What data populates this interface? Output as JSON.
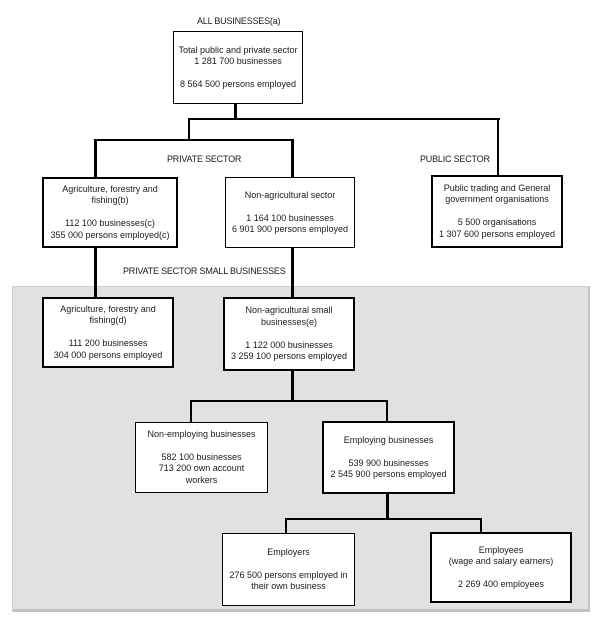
{
  "labels": {
    "all_businesses": "ALL BUSINESSES(a)",
    "private_sector": "PRIVATE SECTOR",
    "public_sector": "PUBLIC SECTOR",
    "small_businesses": "PRIVATE SECTOR SMALL BUSINESSES"
  },
  "nodes": {
    "total": "Total public and private sector\n1 281 700 businesses\n\n8 564 500 persons employed",
    "agriculture": "Agriculture, forestry and\nfishing(b)\n\n112 100 businesses(c)\n355 000 persons employed(c)",
    "non_agricultural": "Non-agricultural sector\n\n1 164 100 businesses\n6 901 900 persons employed",
    "public_trading": "Public trading and General\ngovernment organisations\n\n5 500 organisations\n1 307 600 persons employed",
    "small_agriculture": "Agriculture, forestry and\nfishing(d)\n\n111 200 businesses\n304 000 persons employed",
    "small_non_agricultural": "Non-agricultural small\nbusinesses(e)\n\n1 122 000 businesses\n3 259 100 persons employed",
    "non_employing": "Non-employing businesses\n\n582 100 businesses\n713 200 own account\nworkers",
    "employing": "Employing businesses\n\n539 900 businesses\n2 545 900 persons employed",
    "employers": "Employers\n\n276 500 persons employed in\ntheir own business",
    "employees": "Employees\n(wage and salary earners)\n\n2 269 400 employees"
  },
  "colors": {
    "line": "#000000",
    "text": "#1a1a1a",
    "box_background": "#ffffff",
    "shaded_region": "#e1e1e1",
    "shaded_region_edge": "#c2c2c2",
    "page_background": "#ffffff"
  }
}
